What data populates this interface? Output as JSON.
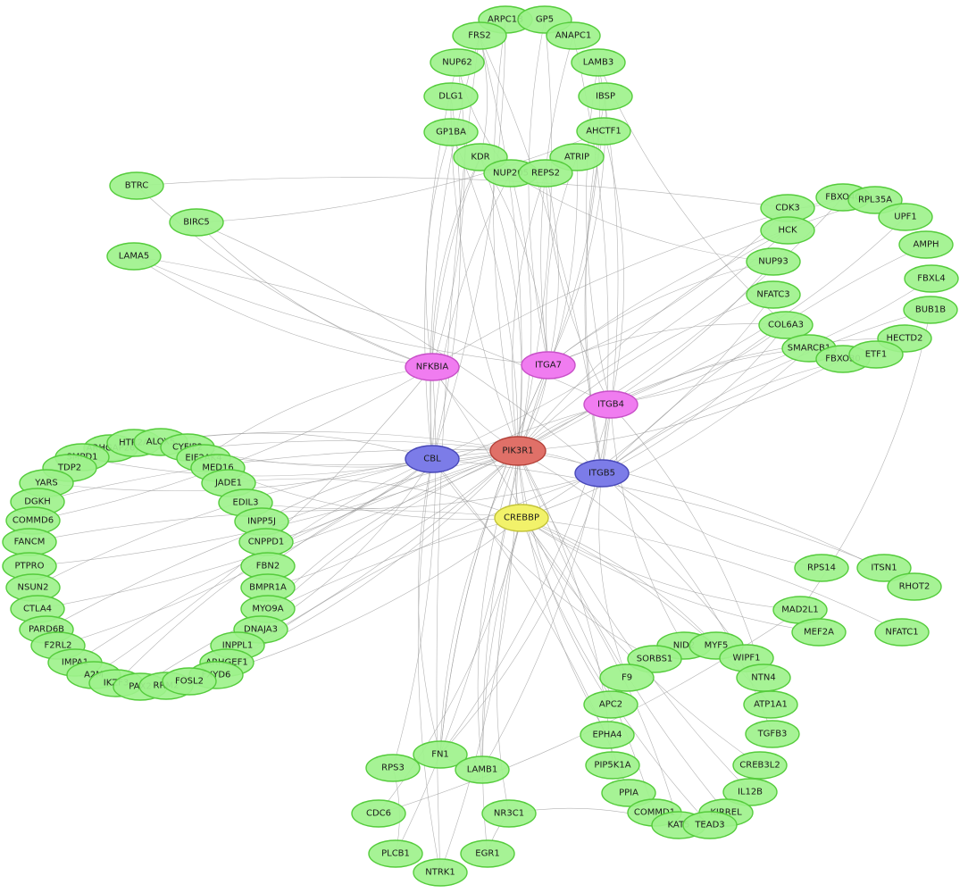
{
  "colors": {
    "default": "#9ef28c",
    "default_stroke": "#55cc3c",
    "hub": "#e07068",
    "hub_stroke": "#b24038",
    "magenta": "#f07cf0",
    "magenta_stroke": "#c850c8",
    "blue": "#7c7ce8",
    "blue_stroke": "#4848b8",
    "yellow": "#f2f26a",
    "yellow_stroke": "#c4c43a",
    "edge": "#9a9a9a"
  },
  "hub": "PIK3R1",
  "nodes": [
    {
      "label": "PIK3R1",
      "group": "hub"
    },
    {
      "label": "NFKBIA",
      "group": "magenta"
    },
    {
      "label": "ITGA7",
      "group": "magenta"
    },
    {
      "label": "ITGB4",
      "group": "magenta"
    },
    {
      "label": "CBL",
      "group": "blue"
    },
    {
      "label": "ITGB5",
      "group": "blue"
    },
    {
      "label": "CREBBP",
      "group": "yellow"
    },
    {
      "label": "ARPC1B"
    },
    {
      "label": "GP5"
    },
    {
      "label": "FRS2"
    },
    {
      "label": "ANAPC1"
    },
    {
      "label": "NUP62"
    },
    {
      "label": "LAMB3"
    },
    {
      "label": "DLG1"
    },
    {
      "label": "IBSP"
    },
    {
      "label": "GP1BA"
    },
    {
      "label": "AHCTF1"
    },
    {
      "label": "KDR"
    },
    {
      "label": "ATRIP"
    },
    {
      "label": "NUP205"
    },
    {
      "label": "REPS2"
    },
    {
      "label": "BTRC"
    },
    {
      "label": "BIRC5"
    },
    {
      "label": "LAMA5"
    },
    {
      "label": "CDK3"
    },
    {
      "label": "FBXO40"
    },
    {
      "label": "RPL35A"
    },
    {
      "label": "UPF1"
    },
    {
      "label": "HCK"
    },
    {
      "label": "AMPH"
    },
    {
      "label": "NUP93"
    },
    {
      "label": "FBXL4"
    },
    {
      "label": "NFATC3"
    },
    {
      "label": "BUB1B"
    },
    {
      "label": "COL6A3"
    },
    {
      "label": "HECTD2"
    },
    {
      "label": "SMARCB1"
    },
    {
      "label": "FBXO30"
    },
    {
      "label": "ETF1"
    },
    {
      "label": "ARHGAP26"
    },
    {
      "label": "HTR2A"
    },
    {
      "label": "ALOX5"
    },
    {
      "label": "CYFIP2"
    },
    {
      "label": "SMPD1"
    },
    {
      "label": "EIF2AK4"
    },
    {
      "label": "TDP2"
    },
    {
      "label": "MED16"
    },
    {
      "label": "YARS"
    },
    {
      "label": "JADE1"
    },
    {
      "label": "DGKH"
    },
    {
      "label": "EDIL3"
    },
    {
      "label": "COMMD6"
    },
    {
      "label": "INPP5J"
    },
    {
      "label": "FANCM"
    },
    {
      "label": "CNPPD1"
    },
    {
      "label": "PTPRO"
    },
    {
      "label": "FBN2"
    },
    {
      "label": "NSUN2"
    },
    {
      "label": "BMPR1A"
    },
    {
      "label": "CTLA4"
    },
    {
      "label": "MYO9A"
    },
    {
      "label": "PARD6B"
    },
    {
      "label": "DNAJA3"
    },
    {
      "label": "F2RL2"
    },
    {
      "label": "INPPL1"
    },
    {
      "label": "IMPA1"
    },
    {
      "label": "ARHGEF1"
    },
    {
      "label": "A2M"
    },
    {
      "label": "FXYD6"
    },
    {
      "label": "IKZF3"
    },
    {
      "label": "PAX2"
    },
    {
      "label": "RRM2"
    },
    {
      "label": "FOSL2"
    },
    {
      "label": "RPS14"
    },
    {
      "label": "ITSN1"
    },
    {
      "label": "MAD2L1"
    },
    {
      "label": "RHOT2"
    },
    {
      "label": "MEF2A"
    },
    {
      "label": "NFATC1"
    },
    {
      "label": "NID2"
    },
    {
      "label": "MYF5"
    },
    {
      "label": "SORBS1"
    },
    {
      "label": "WIPF1"
    },
    {
      "label": "F9"
    },
    {
      "label": "NTN4"
    },
    {
      "label": "APC2"
    },
    {
      "label": "ATP1A1"
    },
    {
      "label": "EPHA4"
    },
    {
      "label": "TGFB3"
    },
    {
      "label": "FN1"
    },
    {
      "label": "RPS3"
    },
    {
      "label": "LAMB1"
    },
    {
      "label": "PIP5K1A"
    },
    {
      "label": "CREB3L2"
    },
    {
      "label": "PPIA"
    },
    {
      "label": "IL12B"
    },
    {
      "label": "CDC6"
    },
    {
      "label": "NR3C1"
    },
    {
      "label": "COMMD1"
    },
    {
      "label": "KIRREL"
    },
    {
      "label": "KAT5"
    },
    {
      "label": "TEAD3"
    },
    {
      "label": "PLCB1"
    },
    {
      "label": "EGR1"
    },
    {
      "label": "NTRK1"
    }
  ],
  "edges": [
    [
      "PIK3R1",
      "NFKBIA"
    ],
    [
      "PIK3R1",
      "ITGA7"
    ],
    [
      "PIK3R1",
      "ITGB4"
    ],
    [
      "PIK3R1",
      "CBL"
    ],
    [
      "PIK3R1",
      "ITGB5"
    ],
    [
      "PIK3R1",
      "CREBBP"
    ],
    [
      "KDR",
      "PIK3R1"
    ],
    [
      "KDR",
      "CBL"
    ],
    [
      "KDR",
      "ITGA7"
    ],
    [
      "KDR",
      "NFKBIA"
    ],
    [
      "FRS2",
      "PIK3R1"
    ],
    [
      "FRS2",
      "CBL"
    ],
    [
      "FRS2",
      "ITGB5"
    ],
    [
      "REPS2",
      "PIK3R1"
    ],
    [
      "REPS2",
      "ITGA7"
    ],
    [
      "REPS2",
      "ITGB4"
    ],
    [
      "NUP205",
      "PIK3R1"
    ],
    [
      "NUP205",
      "CBL"
    ],
    [
      "GP1BA",
      "PIK3R1"
    ],
    [
      "GP1BA",
      "NFKBIA"
    ],
    [
      "GP5",
      "PIK3R1"
    ],
    [
      "GP5",
      "ITGA7"
    ],
    [
      "ARPC1B",
      "CBL"
    ],
    [
      "ARPC1B",
      "PIK3R1"
    ],
    [
      "ANAPC1",
      "ITGB5"
    ],
    [
      "ANAPC1",
      "ITGA7"
    ],
    [
      "LAMB3",
      "ITGA7"
    ],
    [
      "LAMB3",
      "ITGB4"
    ],
    [
      "LAMB3",
      "ITGB5"
    ],
    [
      "IBSP",
      "ITGB5"
    ],
    [
      "IBSP",
      "ITGA7"
    ],
    [
      "AHCTF1",
      "ITGB5"
    ],
    [
      "AHCTF1",
      "ITGB4"
    ],
    [
      "ATRIP",
      "ITGA7"
    ],
    [
      "ATRIP",
      "PIK3R1"
    ],
    [
      "NUP62",
      "CBL"
    ],
    [
      "NUP62",
      "NFKBIA"
    ],
    [
      "DLG1",
      "PIK3R1"
    ],
    [
      "DLG1",
      "CBL"
    ],
    [
      "BTRC",
      "NFKBIA"
    ],
    [
      "BTRC",
      "CDK3"
    ],
    [
      "BIRC5",
      "NFKBIA"
    ],
    [
      "BIRC5",
      "ITGB5"
    ],
    [
      "LAMA5",
      "ITGA7"
    ],
    [
      "LAMA5",
      "ITGB4"
    ],
    [
      "LAMA5",
      "NFKBIA"
    ],
    [
      "CDK3",
      "ITGA7"
    ],
    [
      "FBXO40",
      "NFKBIA"
    ],
    [
      "FBXO40",
      "PIK3R1"
    ],
    [
      "RPL35A",
      "ITGA7"
    ],
    [
      "UPF1",
      "ITGB4"
    ],
    [
      "HCK",
      "PIK3R1"
    ],
    [
      "HCK",
      "CBL"
    ],
    [
      "AMPH",
      "ITGB5"
    ],
    [
      "NUP93",
      "PIK3R1"
    ],
    [
      "NUP93",
      "ITGA7"
    ],
    [
      "FBXL4",
      "ITGB4"
    ],
    [
      "NFATC3",
      "PIK3R1"
    ],
    [
      "NFATC3",
      "CREBBP"
    ],
    [
      "BUB1B",
      "ITGB5"
    ],
    [
      "COL6A3",
      "ITGB4"
    ],
    [
      "COL6A3",
      "ITGA7"
    ],
    [
      "COL6A3",
      "ITGB5"
    ],
    [
      "HECTD2",
      "ITGB4"
    ],
    [
      "SMARCB1",
      "CREBBP"
    ],
    [
      "SMARCB1",
      "PIK3R1"
    ],
    [
      "FBXO30",
      "PIK3R1"
    ],
    [
      "ETF1",
      "ITGB5"
    ],
    [
      "ARHGAP26",
      "PIK3R1"
    ],
    [
      "HTR2A",
      "PIK3R1"
    ],
    [
      "ALOX5",
      "CBL"
    ],
    [
      "CYFIP2",
      "PIK3R1"
    ],
    [
      "EIF2AK4",
      "NFKBIA"
    ],
    [
      "MED16",
      "CREBBP"
    ],
    [
      "JADE1",
      "CREBBP"
    ],
    [
      "EDIL3",
      "ITGB5"
    ],
    [
      "INPP5J",
      "PIK3R1"
    ],
    [
      "CNPPD1",
      "CBL"
    ],
    [
      "FBN2",
      "ITGB4"
    ],
    [
      "BMPR1A",
      "PIK3R1"
    ],
    [
      "MYO9A",
      "PIK3R1"
    ],
    [
      "DNAJA3",
      "CBL"
    ],
    [
      "INPPL1",
      "PIK3R1"
    ],
    [
      "ARHGEF1",
      "PIK3R1"
    ],
    [
      "FXYD6",
      "ITGB5"
    ],
    [
      "FOSL2",
      "CREBBP"
    ],
    [
      "PAX2",
      "CREBBP"
    ],
    [
      "RRM2",
      "PIK3R1"
    ],
    [
      "IKZF3",
      "CBL"
    ],
    [
      "A2M",
      "NFKBIA"
    ],
    [
      "IMPA1",
      "PIK3R1"
    ],
    [
      "F2RL2",
      "CBL"
    ],
    [
      "PARD6B",
      "PIK3R1"
    ],
    [
      "CTLA4",
      "PIK3R1"
    ],
    [
      "NSUN2",
      "CBL"
    ],
    [
      "PTPRO",
      "PIK3R1"
    ],
    [
      "FANCM",
      "CREBBP"
    ],
    [
      "COMMD6",
      "NFKBIA"
    ],
    [
      "DGKH",
      "PIK3R1"
    ],
    [
      "YARS",
      "CBL"
    ],
    [
      "TDP2",
      "PIK3R1"
    ],
    [
      "SMPD1",
      "CBL"
    ],
    [
      "RPS14",
      "ITGB5"
    ],
    [
      "ITSN1",
      "CBL"
    ],
    [
      "MAD2L1",
      "CREBBP"
    ],
    [
      "RHOT2",
      "PIK3R1"
    ],
    [
      "MEF2A",
      "CREBBP"
    ],
    [
      "NFATC1",
      "CREBBP"
    ],
    [
      "NID2",
      "ITGB4"
    ],
    [
      "MYF5",
      "CREBBP"
    ],
    [
      "SORBS1",
      "CBL"
    ],
    [
      "WIPF1",
      "PIK3R1"
    ],
    [
      "F9",
      "ITGB5"
    ],
    [
      "NTN4",
      "ITGB4"
    ],
    [
      "APC2",
      "PIK3R1"
    ],
    [
      "ATP1A1",
      "CREBBP"
    ],
    [
      "EPHA4",
      "PIK3R1"
    ],
    [
      "TGFB3",
      "ITGB5"
    ],
    [
      "FN1",
      "PIK3R1"
    ],
    [
      "FN1",
      "ITGB5"
    ],
    [
      "FN1",
      "ITGA7"
    ],
    [
      "FN1",
      "ITGB4"
    ],
    [
      "FN1",
      "CBL"
    ],
    [
      "RPS3",
      "NFKBIA"
    ],
    [
      "LAMB1",
      "ITGA7"
    ],
    [
      "LAMB1",
      "ITGB4"
    ],
    [
      "LAMB1",
      "PIK3R1"
    ],
    [
      "PIP5K1A",
      "PIK3R1"
    ],
    [
      "CREB3L2",
      "CREBBP"
    ],
    [
      "PPIA",
      "CBL"
    ],
    [
      "IL12B",
      "PIK3R1"
    ],
    [
      "CDC6",
      "CREBBP"
    ],
    [
      "NR3C1",
      "CREBBP"
    ],
    [
      "COMMD1",
      "NFKBIA"
    ],
    [
      "KIRREL",
      "PIK3R1"
    ],
    [
      "KAT5",
      "CREBBP"
    ],
    [
      "TEAD3",
      "CREBBP"
    ],
    [
      "PLCB1",
      "PIK3R1"
    ],
    [
      "EGR1",
      "CREBBP"
    ],
    [
      "NTRK1",
      "PIK3R1"
    ],
    [
      "NTRK1",
      "CBL"
    ],
    [
      "KDR",
      "FRS2"
    ],
    [
      "FN1",
      "ITGA7"
    ],
    [
      "NUP62",
      "NUP205"
    ],
    [
      "NUP93",
      "NUP205"
    ],
    [
      "BIRC5",
      "AHCTF1"
    ],
    [
      "FBXO40",
      "CDK3"
    ],
    [
      "FBXO30",
      "SMARCB1"
    ],
    [
      "COL6A3",
      "LAMB3"
    ],
    [
      "FN1",
      "LAMB1"
    ],
    [
      "EGR1",
      "NR3C1"
    ],
    [
      "CDC6",
      "MAD2L1"
    ],
    [
      "BUB1B",
      "MAD2L1"
    ],
    [
      "KAT5",
      "NR3C1"
    ],
    [
      "NTRK1",
      "FRS2"
    ],
    [
      "PLCB1",
      "RPS3"
    ]
  ]
}
